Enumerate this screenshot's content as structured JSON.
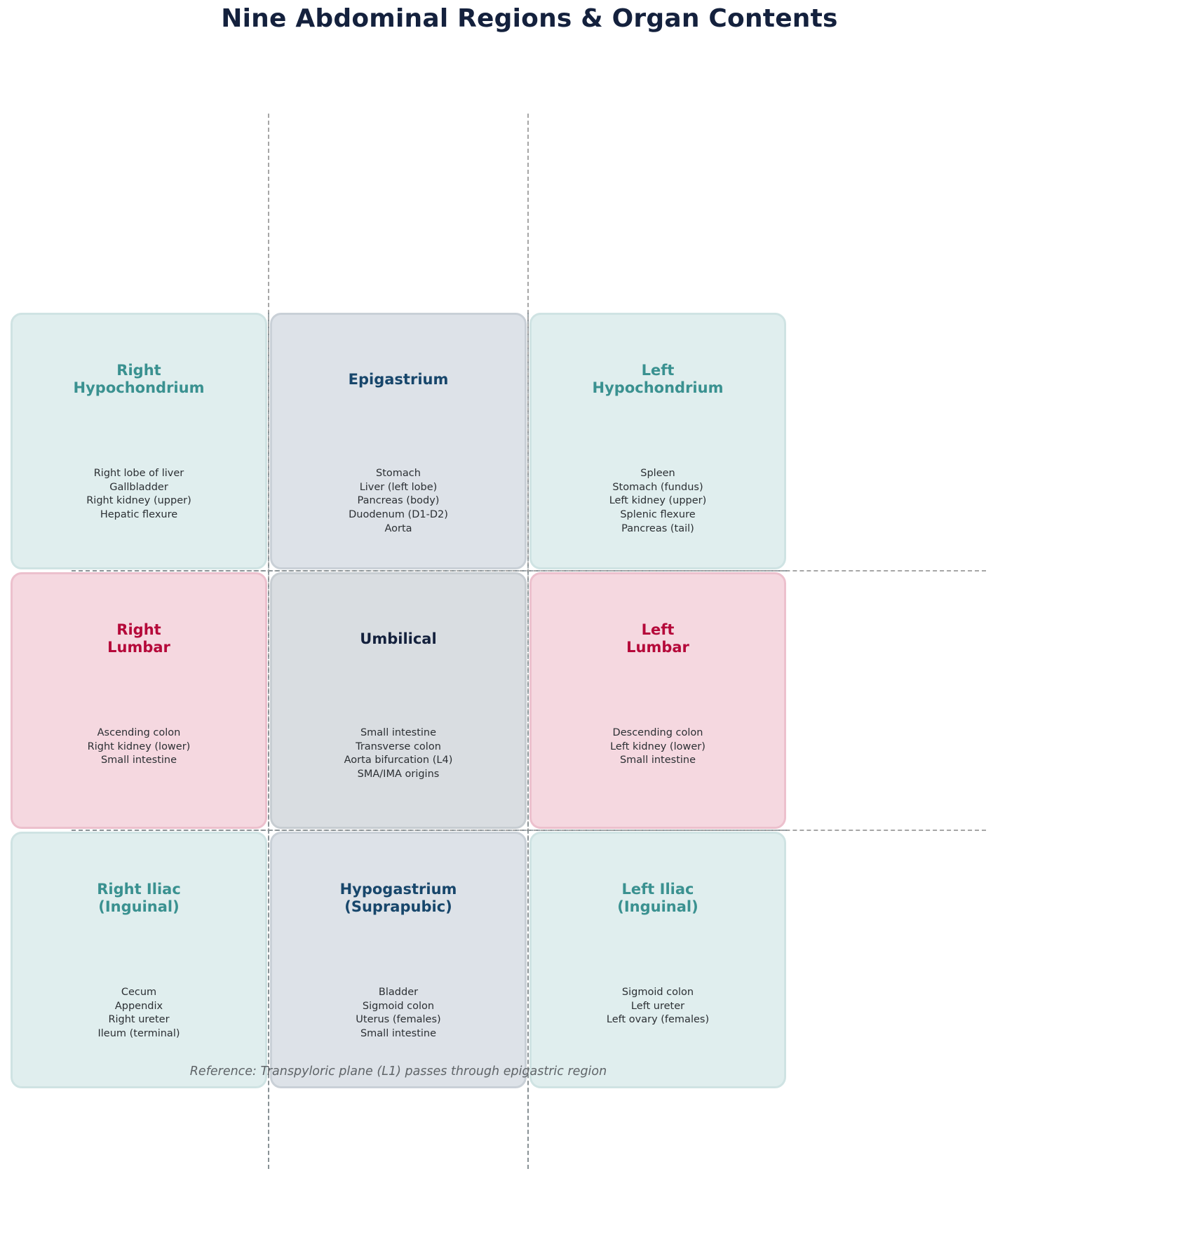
{
  "title": "Nine Abdominal Regions & Organ Contents",
  "colors": {
    "title": "#14213d",
    "teal_text": "#3a9190",
    "navy_text": "#17466b",
    "dark_navy_text": "#14213d",
    "crimson_text": "#b5093a",
    "organ_text": "#2b2f33",
    "teal_fill": "#e0eeee",
    "slate_fill": "#dde2e8",
    "umbilical_fill": "#d9dde1",
    "pink_fill": "#f5d8e0",
    "dashed_line": "#a6a6a6"
  },
  "regions": [
    {
      "name": "Right Hypochondrium",
      "title": "Right\nHypochondrium",
      "row": 0,
      "col": 0,
      "organs": [
        "Right lobe of liver",
        "Gallbladder",
        "Right kidney (upper)",
        "Hepatic flexure"
      ]
    },
    {
      "name": "Epigastrium",
      "title": "Epigastrium",
      "row": 0,
      "col": 1,
      "organs": [
        "Stomach",
        "Liver (left lobe)",
        "Pancreas (body)",
        "Duodenum (D1-D2)",
        "Aorta"
      ]
    },
    {
      "name": "Left Hypochondrium",
      "title": "Left\nHypochondrium",
      "row": 0,
      "col": 2,
      "organs": [
        "Spleen",
        "Stomach (fundus)",
        "Left kidney (upper)",
        "Splenic flexure",
        "Pancreas (tail)"
      ]
    },
    {
      "name": "Right Lumbar",
      "title": "Right\nLumbar",
      "row": 1,
      "col": 0,
      "organs": [
        "Ascending colon",
        "Right kidney (lower)",
        "Small intestine"
      ]
    },
    {
      "name": "Umbilical",
      "title": "Umbilical",
      "row": 1,
      "col": 1,
      "organs": [
        "Small intestine",
        "Transverse colon",
        "Aorta bifurcation (L4)",
        "SMA/IMA origins"
      ]
    },
    {
      "name": "Left Lumbar",
      "title": "Left\nLumbar",
      "row": 1,
      "col": 2,
      "organs": [
        "Descending colon",
        "Left kidney (lower)",
        "Small intestine"
      ]
    },
    {
      "name": "Right Iliac (Inguinal)",
      "title": "Right Iliac\n(Inguinal)",
      "row": 2,
      "col": 0,
      "organs": [
        "Cecum",
        "Appendix",
        "Right ureter",
        "Ileum (terminal)"
      ]
    },
    {
      "name": "Hypogastrium (Suprapubic)",
      "title": "Hypogastrium\n(Suprapubic)",
      "row": 2,
      "col": 1,
      "organs": [
        "Bladder",
        "Sigmoid colon",
        "Uterus (females)",
        "Small intestine"
      ]
    },
    {
      "name": "Left Iliac (Inguinal)",
      "title": "Left Iliac\n(Inguinal)",
      "row": 2,
      "col": 2,
      "organs": [
        "Sigmoid colon",
        "Left ureter",
        "Left ovary (females)"
      ]
    }
  ],
  "footer": "Reference: Transpyloric plane (L1) passes through epigastric region"
}
